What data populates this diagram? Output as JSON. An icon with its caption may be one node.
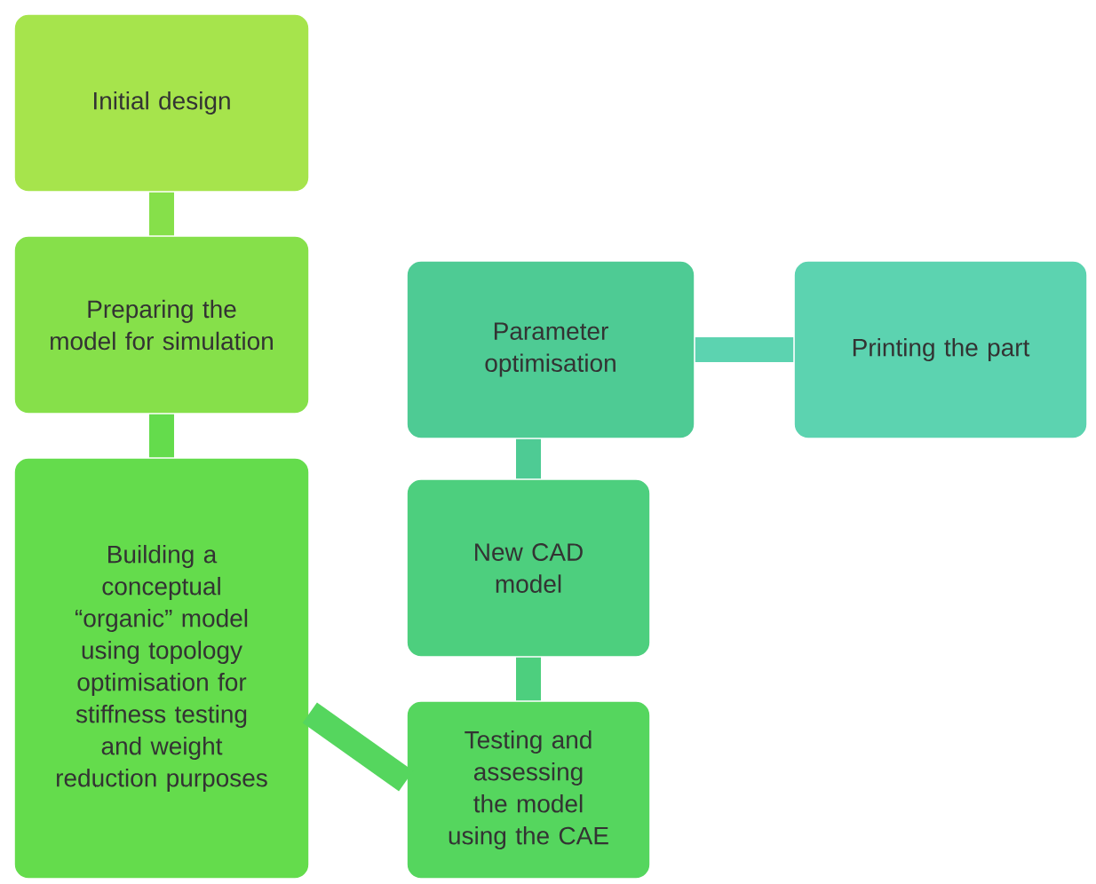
{
  "diagram": {
    "nodes": [
      {
        "text": [
          "Initial design"
        ]
      },
      {
        "text": [
          "Preparing the model for simulation"
        ]
      },
      {
        "text": [
          "Building a conceptual “organic” model using topology optimisation for stiffness testing and weight reduction purposes"
        ]
      },
      {
        "text": [
          "Testing and assessing the model using the CAE"
        ]
      },
      {
        "text": [
          "New CAD model"
        ]
      },
      {
        "text": [
          "Parameter optimisation"
        ]
      },
      {
        "text": [
          "Printing the part"
        ]
      }
    ],
    "edges": [
      {
        "from": 0,
        "to": 1,
        "arrow": "none"
      },
      {
        "from": 1,
        "to": 2,
        "arrow": "none"
      },
      {
        "from": 2,
        "to": 3,
        "arrow": "none"
      },
      {
        "from": 3,
        "to": 4,
        "arrow": "none"
      },
      {
        "from": 4,
        "to": 5,
        "arrow": "none"
      },
      {
        "from": 5,
        "to": 6,
        "arrow": "none",
        "color": "#5cd3b0"
      }
    ]
  }
}
